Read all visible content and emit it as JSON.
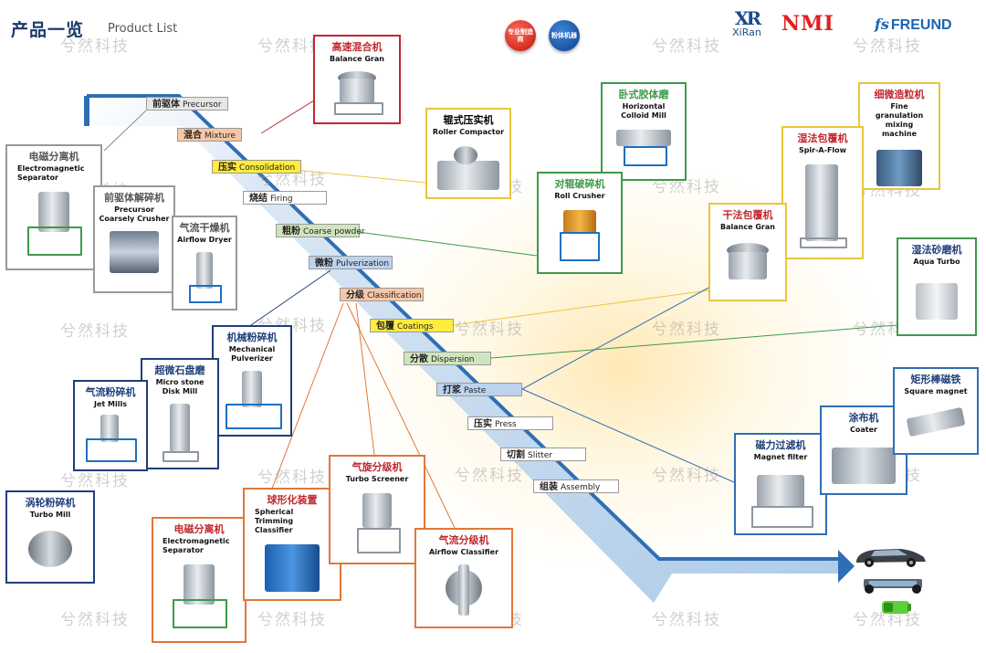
{
  "header": {
    "title": "产品一览",
    "subtitle": "Product List",
    "badge_left": "专业制造商",
    "badge_right": "粉体机器"
  },
  "logos": {
    "xiran_mark": "XR",
    "xiran_text": "XiRan",
    "nmi": "NMI",
    "freund_mark": "fs",
    "freund_text": "FREUND"
  },
  "watermark": "兮然科技",
  "colors": {
    "process_band": "#c8dcef",
    "process_edge": "#2f6eb5",
    "glow": "#ffd678"
  },
  "stages": [
    {
      "zh": "前驱体",
      "en": "Precursor",
      "bg": "#e6e6e6"
    },
    {
      "zh": "混合",
      "en": "Mixture",
      "bg": "#f6c7a6"
    },
    {
      "zh": "压实",
      "en": "Consolidation",
      "bg": "#ffec3d"
    },
    {
      "zh": "烧结",
      "en": "Firing",
      "bg": "#ffffff"
    },
    {
      "zh": "粗粉",
      "en": "Coarse powder",
      "bg": "#cfe5bd"
    },
    {
      "zh": "微粉",
      "en": "Pulverization",
      "bg": "#bcd3ee"
    },
    {
      "zh": "分级",
      "en": "Classification",
      "bg": "#f6c7a6"
    },
    {
      "zh": "包覆",
      "en": "Coatings",
      "bg": "#ffec3d"
    },
    {
      "zh": "分散",
      "en": "Dispersion",
      "bg": "#cfe5bd"
    },
    {
      "zh": "打浆",
      "en": "Paste",
      "bg": "#bcd3ee"
    },
    {
      "zh": "压实",
      "en": "Press",
      "bg": "#ffffff"
    },
    {
      "zh": "切割",
      "en": "Slitter",
      "bg": "#ffffff"
    },
    {
      "zh": "组装",
      "en": "Assembly",
      "bg": "#ffffff"
    }
  ],
  "machines": [
    {
      "zh": "高速混合机",
      "en": "Balance Gran",
      "color": "#c0292f"
    },
    {
      "zh": "辊式压实机",
      "en": "Roller Compactor",
      "color": "#e8c63a"
    },
    {
      "zh": "卧式胶体磨",
      "en": "Horizontal Colloid Mill",
      "color": "#3d9a4a"
    },
    {
      "zh": "细微造粒机",
      "en": "Fine granulation mixing machine",
      "color": "#e8c63a"
    },
    {
      "zh": "湿法包覆机",
      "en": "Spir-A-Flow",
      "color": "#e8c63a"
    },
    {
      "zh": "对辊破碎机",
      "en": "Roll Crusher",
      "color": "#3d9a4a"
    },
    {
      "zh": "干法包覆机",
      "en": "Balance Gran",
      "color": "#e8c63a"
    },
    {
      "zh": "湿法砂磨机",
      "en": "Aqua Turbo",
      "color": "#3d9a4a"
    },
    {
      "zh": "电磁分离机",
      "en": "Electromagnetic Separator",
      "color": "#999999"
    },
    {
      "zh": "前驱体解碎机",
      "en": "Precursor Coarsely Crusher",
      "color": "#999999"
    },
    {
      "zh": "气流干燥机",
      "en": "Airflow Dryer",
      "color": "#999999"
    },
    {
      "zh": "机械粉碎机",
      "en": "Mechanical Pulverizer",
      "color": "#1f3f7a"
    },
    {
      "zh": "超微石盘磨",
      "en": "Micro stone Disk Mill",
      "color": "#1f3f7a"
    },
    {
      "zh": "气流粉碎机",
      "en": "Jet Mills",
      "color": "#1f3f7a"
    },
    {
      "zh": "涡轮粉碎机",
      "en": "Turbo Mill",
      "color": "#1f3f7a"
    },
    {
      "zh": "电磁分离机",
      "en": "Electromagnetic Separator",
      "color": "#e1773a"
    },
    {
      "zh": "球形化装置",
      "en": "Spherical Trimming Classifier",
      "color": "#e1773a"
    },
    {
      "zh": "气旋分级机",
      "en": "Turbo Screener",
      "color": "#e1773a"
    },
    {
      "zh": "气流分级机",
      "en": "Airflow Classifier",
      "color": "#e1773a"
    },
    {
      "zh": "磁力过滤机",
      "en": "Magnet filter",
      "color": "#2f6eb5"
    },
    {
      "zh": "涂布机",
      "en": "Coater",
      "color": "#2f6eb5"
    },
    {
      "zh": "矩形棒磁铁",
      "en": "Square magnet",
      "color": "#2f6eb5"
    }
  ]
}
